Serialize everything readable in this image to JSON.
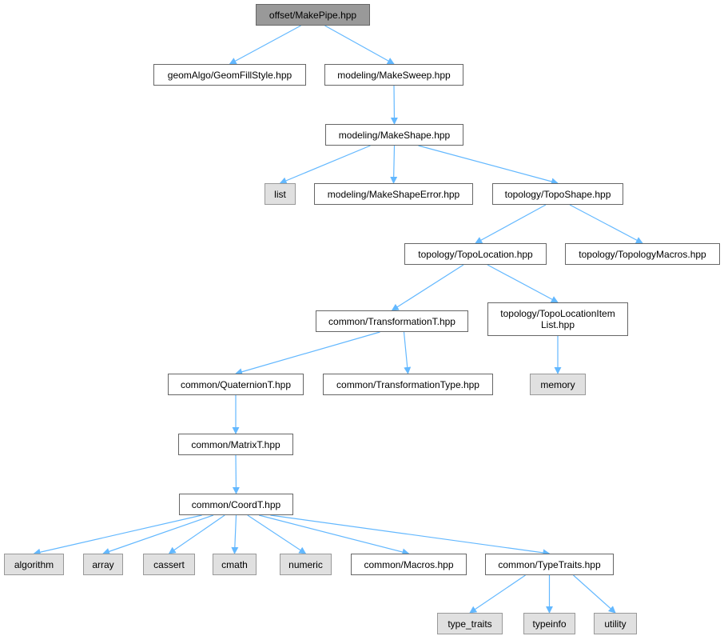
{
  "graph": {
    "colors": {
      "edge": "#63b8ff",
      "root_fill": "#999999",
      "system_fill": "#e0e0e0",
      "file_fill": "#ffffff"
    },
    "nodes": [
      {
        "id": "makepipe",
        "label": "offset/MakePipe.hpp",
        "kind": "root"
      },
      {
        "id": "geomfill",
        "label": "geomAlgo/GeomFillStyle.hpp",
        "kind": "file"
      },
      {
        "id": "makesweep",
        "label": "modeling/MakeSweep.hpp",
        "kind": "file"
      },
      {
        "id": "makeshape",
        "label": "modeling/MakeShape.hpp",
        "kind": "file"
      },
      {
        "id": "list",
        "label": "list",
        "kind": "sys"
      },
      {
        "id": "makeshapeerror",
        "label": "modeling/MakeShapeError.hpp",
        "kind": "file"
      },
      {
        "id": "toposhape",
        "label": "topology/TopoShape.hpp",
        "kind": "file"
      },
      {
        "id": "topolocation",
        "label": "topology/TopoLocation.hpp",
        "kind": "file"
      },
      {
        "id": "topomacros",
        "label": "topology/TopologyMacros.hpp",
        "kind": "file"
      },
      {
        "id": "transformationt",
        "label": "common/TransformationT.hpp",
        "kind": "file"
      },
      {
        "id": "topolocitem",
        "label": "topology/TopoLocationItem\nList.hpp",
        "kind": "file"
      },
      {
        "id": "memory",
        "label": "memory",
        "kind": "sys"
      },
      {
        "id": "quaterniont",
        "label": "common/QuaternionT.hpp",
        "kind": "file"
      },
      {
        "id": "transformationtype",
        "label": "common/TransformationType.hpp",
        "kind": "file"
      },
      {
        "id": "matrixt",
        "label": "common/MatrixT.hpp",
        "kind": "file"
      },
      {
        "id": "coordt",
        "label": "common/CoordT.hpp",
        "kind": "file"
      },
      {
        "id": "algorithm",
        "label": "algorithm",
        "kind": "sys"
      },
      {
        "id": "array",
        "label": "array",
        "kind": "sys"
      },
      {
        "id": "cassert",
        "label": "cassert",
        "kind": "sys"
      },
      {
        "id": "cmath",
        "label": "cmath",
        "kind": "sys"
      },
      {
        "id": "numeric",
        "label": "numeric",
        "kind": "sys"
      },
      {
        "id": "macros",
        "label": "common/Macros.hpp",
        "kind": "file"
      },
      {
        "id": "typetraits",
        "label": "common/TypeTraits.hpp",
        "kind": "file"
      },
      {
        "id": "type_traits",
        "label": "type_traits",
        "kind": "sys"
      },
      {
        "id": "typeinfo",
        "label": "typeinfo",
        "kind": "sys"
      },
      {
        "id": "utility",
        "label": "utility",
        "kind": "sys"
      }
    ],
    "edges": [
      [
        "makepipe",
        "geomfill"
      ],
      [
        "makepipe",
        "makesweep"
      ],
      [
        "makesweep",
        "makeshape"
      ],
      [
        "makeshape",
        "list"
      ],
      [
        "makeshape",
        "makeshapeerror"
      ],
      [
        "makeshape",
        "toposhape"
      ],
      [
        "toposhape",
        "topolocation"
      ],
      [
        "toposhape",
        "topomacros"
      ],
      [
        "topolocation",
        "transformationt"
      ],
      [
        "topolocation",
        "topolocitem"
      ],
      [
        "topolocitem",
        "memory"
      ],
      [
        "transformationt",
        "quaterniont"
      ],
      [
        "transformationt",
        "transformationtype"
      ],
      [
        "quaterniont",
        "matrixt"
      ],
      [
        "matrixt",
        "coordt"
      ],
      [
        "coordt",
        "algorithm"
      ],
      [
        "coordt",
        "array"
      ],
      [
        "coordt",
        "cassert"
      ],
      [
        "coordt",
        "cmath"
      ],
      [
        "coordt",
        "numeric"
      ],
      [
        "coordt",
        "macros"
      ],
      [
        "coordt",
        "typetraits"
      ],
      [
        "typetraits",
        "type_traits"
      ],
      [
        "typetraits",
        "typeinfo"
      ],
      [
        "typetraits",
        "utility"
      ]
    ]
  }
}
